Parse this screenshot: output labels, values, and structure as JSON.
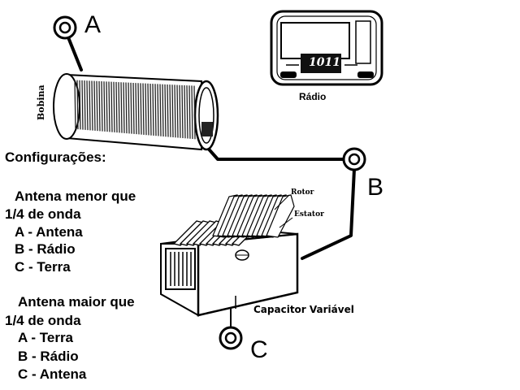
{
  "terminals": {
    "a": "A",
    "b": "B",
    "c": "C"
  },
  "components": {
    "coil_label": "Bobina",
    "radio_label": "Rádio",
    "radio_display": "1011",
    "rotor_label": "Rotor",
    "stator_label": "Estator",
    "capacitor_label": "Capacitor Variável"
  },
  "config": {
    "title": "Configurações:",
    "case1": {
      "heading_line1": "Antena menor que",
      "heading_line2": "1/4 de onda",
      "items": [
        "A - Antena",
        "B - Rádio",
        "C - Terra"
      ]
    },
    "case2": {
      "heading_line1": "Antena maior que",
      "heading_line2": "1/4 de onda",
      "items": [
        "A - Terra",
        "B - Rádio",
        "C - Antena"
      ]
    }
  }
}
